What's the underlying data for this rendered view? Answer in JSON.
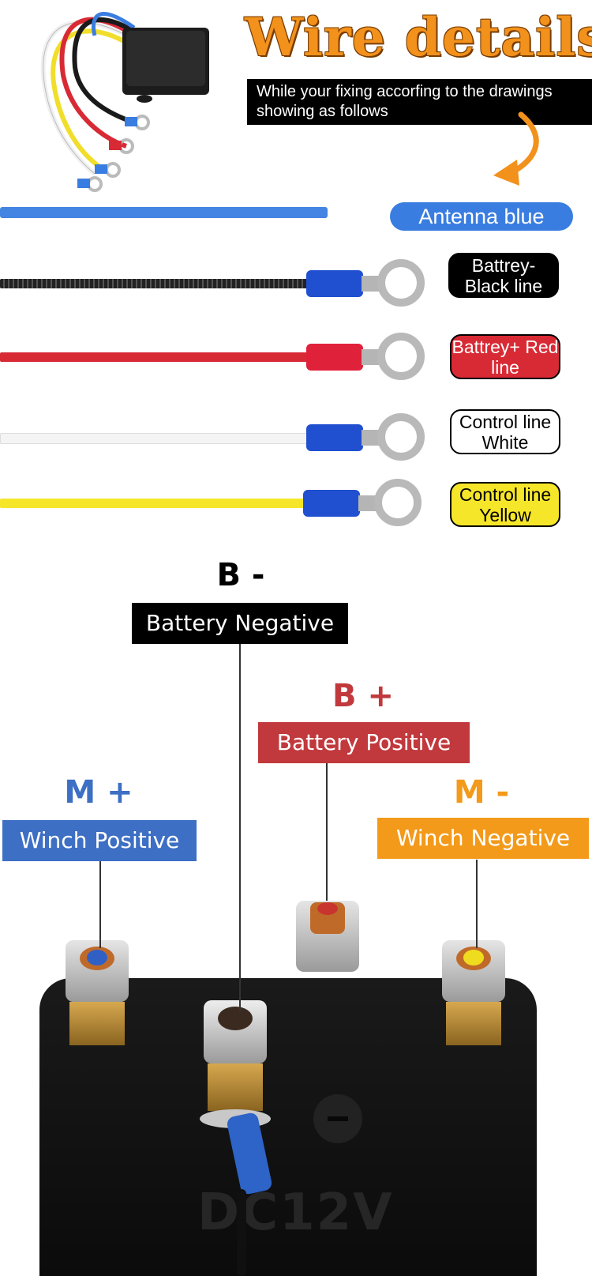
{
  "header": {
    "title": "Wire details",
    "subtitle": "While your fixing accorfing to the drawings showing as follows"
  },
  "wires": [
    {
      "label": "Antenna blue",
      "color": "#3a7de0"
    },
    {
      "label": "Battrey- Black line",
      "color": "#1a1a1a"
    },
    {
      "label": "Battrey+ Red line",
      "color": "#d82a35"
    },
    {
      "label": "Control line White",
      "color": "#ffffff"
    },
    {
      "label": "Control line Yellow",
      "color": "#f6e62a"
    }
  ],
  "terminals": {
    "b_minus": {
      "code": "B -",
      "name": "Battery Negative",
      "color": "#000000"
    },
    "b_plus": {
      "code": "B +",
      "name": "Battery Positive",
      "color": "#c1393d"
    },
    "m_plus": {
      "code": "M +",
      "name": "Winch Positive",
      "color": "#3d6fc4"
    },
    "m_minus": {
      "code": "M -",
      "name": "Winch Negative",
      "color": "#f39a1a"
    }
  },
  "solenoid": {
    "marking": "DC12V"
  }
}
